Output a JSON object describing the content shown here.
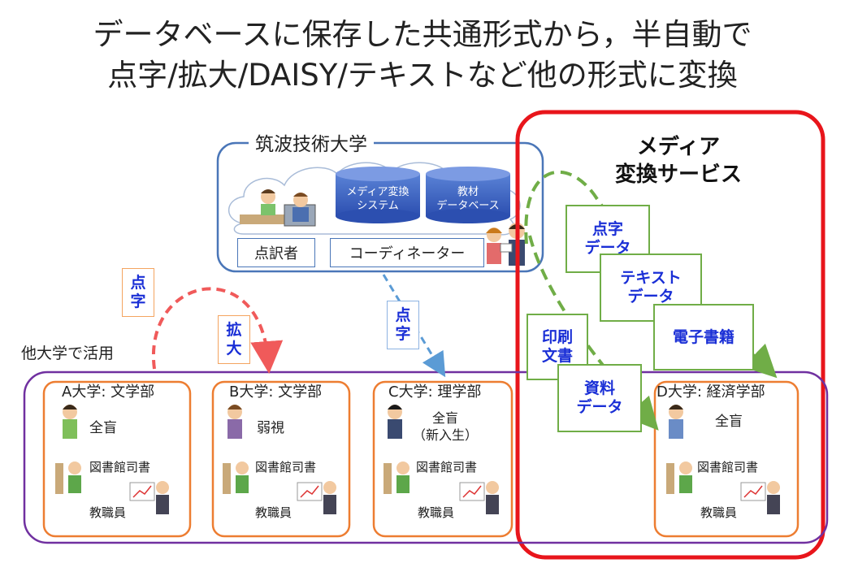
{
  "title": {
    "line1": "データベースに保存した共通形式から，半自動で",
    "line2": "点字/拡大/DAISY/テキストなど他の形式に変換"
  },
  "colors": {
    "tsukuba_border": "#4a76b8",
    "media_border": "#e8151b",
    "universities_border": "#7030a0",
    "university_border": "#ed7d31",
    "green_arrow": "#70ad47",
    "red_arrow": "#f05a5a",
    "blue_arrow": "#5b9bd5",
    "tag_text": "#1a2fd6"
  },
  "tsukuba": {
    "title": "筑波技術大学",
    "db_media_conversion": "メディア変換\nシステム",
    "db_materials": "教材\nデータベース",
    "braille_transcriber": "点訳者",
    "coordinator": "コーディネーター"
  },
  "media_service": {
    "title": "メディア\n変換サービス",
    "tags": [
      "点字\nデータ",
      "テキスト\nデータ",
      "電子書籍",
      "印刷\n文書",
      "資料\nデータ"
    ]
  },
  "other_univ_label": "他大学で活用",
  "transfer_tags": {
    "braille_orange": "点\n字",
    "large_print": "拡\n大",
    "braille_blue": "点\n字"
  },
  "universities": [
    {
      "name": "A大学: 文学部",
      "student": "全盲",
      "librarian": "図書館司書",
      "faculty": "教職員"
    },
    {
      "name": "B大学: 文学部",
      "student": "弱視",
      "librarian": "図書館司書",
      "faculty": "教職員"
    },
    {
      "name": "C大学: 理学部",
      "student": "全盲\n（新入生）",
      "librarian": "図書館司書",
      "faculty": "教職員"
    },
    {
      "name": "D大学: 経済学部",
      "student": "全盲",
      "librarian": "図書館司書",
      "faculty": "教職員"
    }
  ]
}
